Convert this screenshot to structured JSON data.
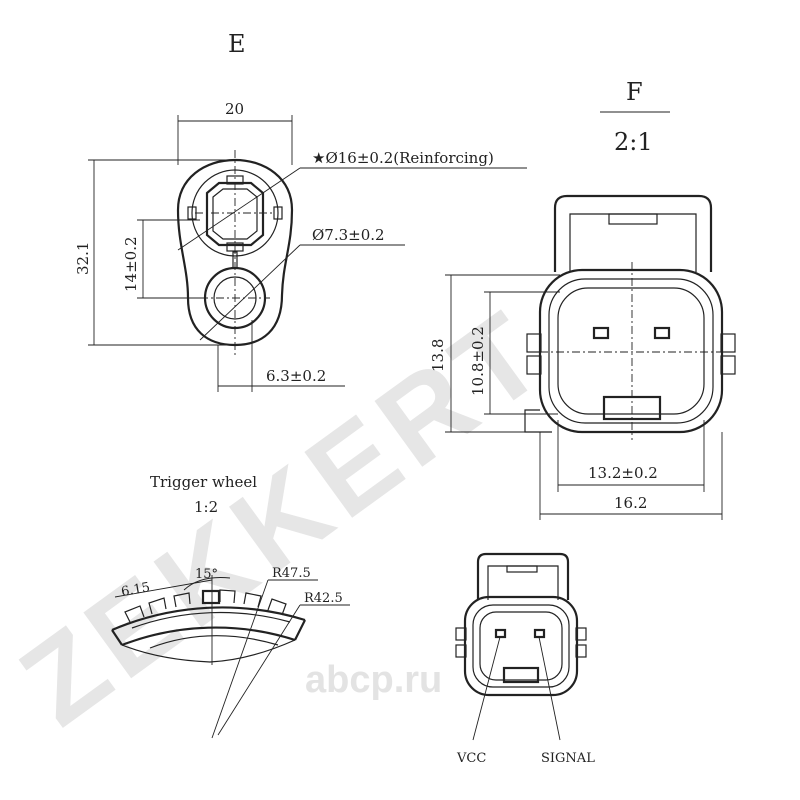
{
  "view_e": {
    "title": "E",
    "dim_width": "20",
    "dim_height": "32.1",
    "dim_14": "14±0.2",
    "dim_reinforcing": "★Ø16±0.2(Reinforcing)",
    "dim_bore": "Ø7.3±0.2",
    "dim_offset": "6.3±0.2"
  },
  "view_f": {
    "title": "F",
    "scale": "2:1",
    "dim_13_8": "13.8",
    "dim_10_8": "10.8±0.2",
    "dim_13_2": "13.2±0.2",
    "dim_16_2": "16.2"
  },
  "trigger_wheel": {
    "title": "Trigger wheel",
    "scale": "1:2",
    "dim_pitch": "6.15",
    "dim_angle": "15°",
    "dim_r_outer": "R47.5",
    "dim_r_inner": "R42.5"
  },
  "connector": {
    "pin1": "VCC",
    "pin2": "SIGNAL"
  },
  "watermark": {
    "brand": "ZEKKERT",
    "site": "abcp.ru"
  }
}
